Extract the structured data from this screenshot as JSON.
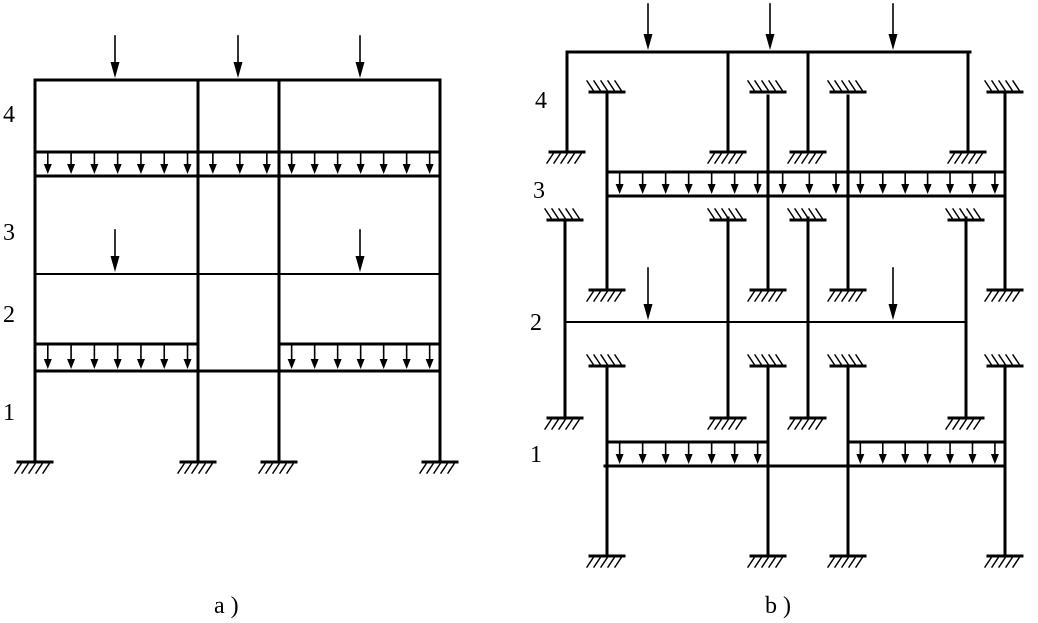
{
  "figure_a": {
    "caption": "a )",
    "floor_labels": [
      "1",
      "2",
      "3",
      "4"
    ]
  },
  "figure_b": {
    "caption": "b )",
    "floor_labels": [
      "1",
      "2",
      "3",
      "4"
    ]
  },
  "colors": {
    "ink": "#000000",
    "background": "#ffffff"
  }
}
